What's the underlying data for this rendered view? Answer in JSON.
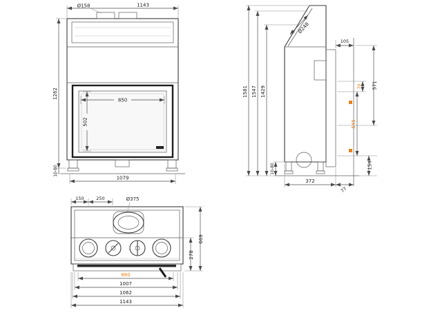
{
  "colors": {
    "accent_orange": "#e8821c",
    "line": "#3a3a3a",
    "background": "#ffffff"
  },
  "front_view": {
    "flue_label": "Ø158",
    "width_top": "1143",
    "height_left": "1262",
    "leg_adjust": "10-80",
    "glass_width": "850",
    "glass_height": "502",
    "width_bottom": "1079"
  },
  "side_view": {
    "height_total": "1581",
    "height_mid": "1547",
    "height_inner": "1429",
    "flue_label": "Ø248",
    "depth_top": "105",
    "height_right": "571",
    "offset_small": "70",
    "height_lower": "545",
    "base_height": "154",
    "depth_bottom": "372",
    "rear_gap": "77",
    "leg_adjust": "10-80"
  },
  "plan_view": {
    "offset_left": "150",
    "offset_mid": "250",
    "flue_label": "Ø375",
    "depth_total": "669",
    "front_depth": "278",
    "width_inner": "880",
    "width_mid": "1007",
    "width_outer": "1062",
    "width_total": "1143"
  }
}
